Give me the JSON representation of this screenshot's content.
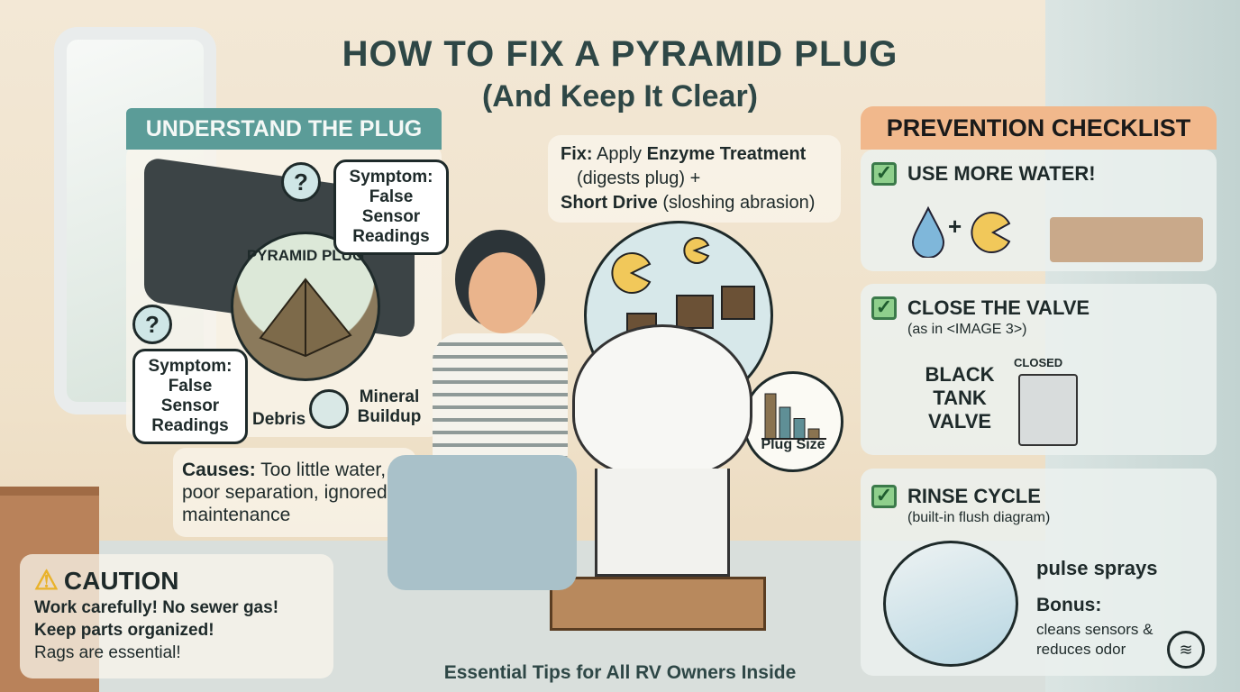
{
  "header": {
    "title": "HOW TO FIX A PYRAMID PLUG",
    "subtitle": "(And Keep It Clear)"
  },
  "understand": {
    "heading": "UNDERSTAND THE PLUG",
    "center_label": "PYRAMID PLUG",
    "symptom_top": "Symptom: False Sensor Readings",
    "symptom_left": "Symptom: False Sensor Readings",
    "debris_label": "Debris",
    "mineral_label": "Mineral Buildup",
    "question_icon": "?"
  },
  "causes": {
    "label": "Causes:",
    "text": "Too little water, poor separation, ignored maintenance"
  },
  "caution": {
    "heading": "CAUTION",
    "icon": "warning-icon",
    "lines": [
      "Work carefully! No sewer gas!",
      "Keep parts organized!",
      "Rags are essential!"
    ]
  },
  "fix": {
    "label": "Fix:",
    "apply": "Apply",
    "treatment": "Enzyme Treatment",
    "treatment_note": "(digests plug) +",
    "drive": "Short Drive",
    "drive_note": "(sloshing abrasion)"
  },
  "plug_size": {
    "label": "Plug Size",
    "bars": [
      100,
      70,
      45,
      22
    ],
    "bar_colors": [
      "#8a7350",
      "#5f8f96",
      "#5f8f96",
      "#8a7350"
    ]
  },
  "footer": {
    "caption": "Essential Tips for All RV Owners Inside"
  },
  "checklist": {
    "heading": "PREVENTION CHECKLIST",
    "accent_color": "#f1b88c",
    "items": [
      {
        "title": "USE MORE WATER!",
        "sub": "",
        "plus": "+"
      },
      {
        "title": "CLOSE THE VALVE",
        "sub": "(as in <IMAGE 3>)",
        "valve_label": "BLACK TANK VALVE",
        "closed": "CLOSED"
      },
      {
        "title": "RINSE CYCLE",
        "sub": "(built-in flush diagram)",
        "pulse": "pulse sprays",
        "bonus": "Bonus:",
        "bonus_text": "cleans sensors & reduces odor"
      }
    ]
  }
}
